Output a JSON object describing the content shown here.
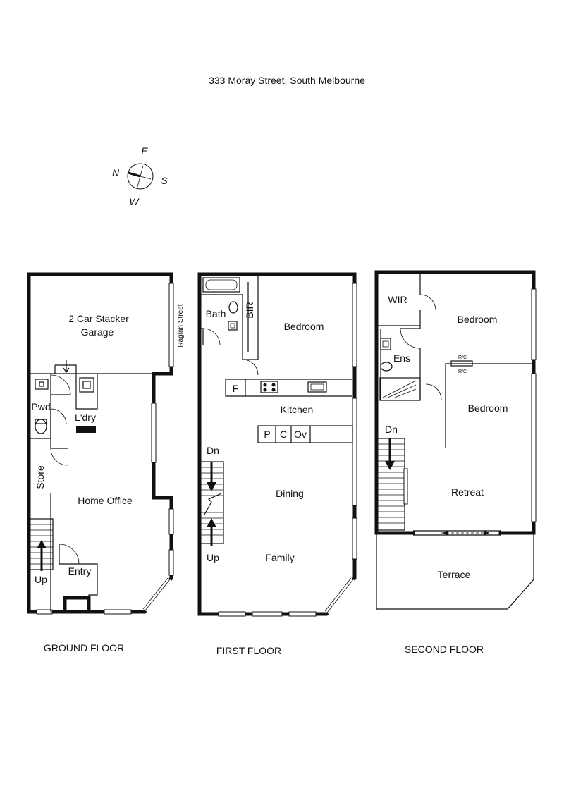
{
  "title": "333 Moray Street, South Melbourne",
  "compass": {
    "north": "N",
    "east": "E",
    "south": "S",
    "west": "W"
  },
  "floors": {
    "ground": {
      "label": "GROUND FLOOR",
      "rooms": {
        "garage_line1": "2 Car Stacker",
        "garage_line2": "Garage",
        "street": "Raglan Street",
        "pwd": "Pwd",
        "laundry": "L'dry",
        "store": "Store",
        "office": "Home Office",
        "entry": "Entry",
        "up": "Up"
      }
    },
    "first": {
      "label": "FIRST FLOOR",
      "rooms": {
        "bath": "Bath",
        "bir": "BIR",
        "bedroom": "Bedroom",
        "fridge": "F",
        "kitchen": "Kitchen",
        "pantry": "P",
        "cupboard": "C",
        "oven": "Ov",
        "down": "Dn",
        "up": "Up",
        "dining": "Dining",
        "family": "Family"
      }
    },
    "second": {
      "label": "SECOND FLOOR",
      "rooms": {
        "wir": "WIR",
        "bedroom1": "Bedroom",
        "ensuite": "Ens",
        "rc_top": "R/C",
        "rc_bottom": "R/C",
        "bedroom2": "Bedroom",
        "down": "Dn",
        "retreat": "Retreat",
        "terrace": "Terrace"
      }
    }
  }
}
